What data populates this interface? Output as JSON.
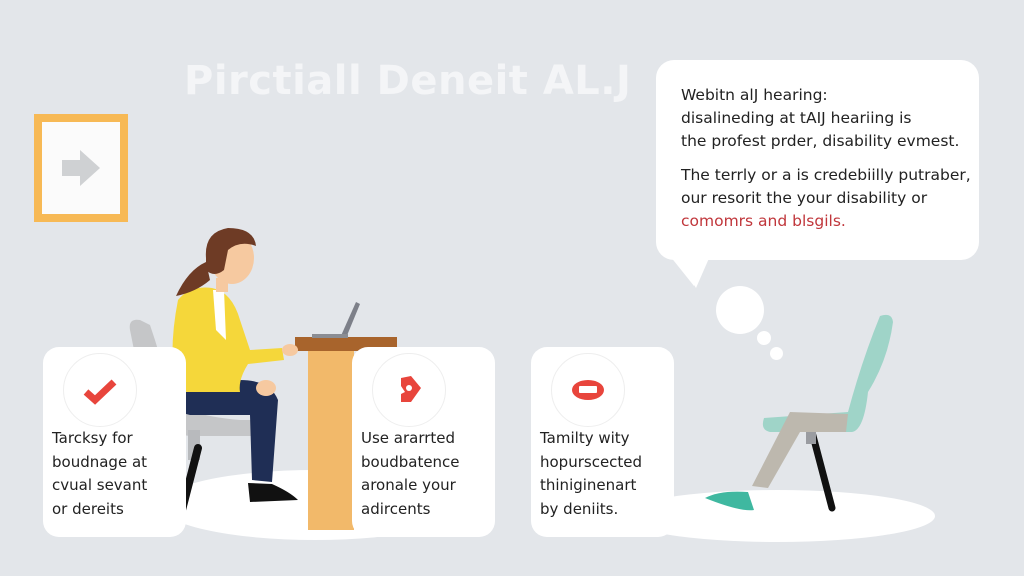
{
  "title": "Pirctiall Deneit AL.J",
  "arrow_box": {
    "icon": "arrow-right-icon",
    "border_color": "#f7b955"
  },
  "speech_bubble": {
    "paragraph1": [
      "Webitn alJ hearing:",
      "disalineding at tAIJ heariing is",
      "the profest prder, disability evmest."
    ],
    "paragraph2": [
      "The terrly or a is credebiilly putraber,",
      "our resorit the your disability or"
    ],
    "paragraph2_highlight": "comomrs and blsgils.",
    "highlight_color": "#c0363b"
  },
  "cards": [
    {
      "icon": "checkmark-icon",
      "lines": [
        "Tarcksy for",
        "boudnage at",
        "cvual sevant",
        "or dereits"
      ]
    },
    {
      "icon": "tag-icon",
      "lines": [
        "Use ararrted",
        "boudbatence",
        "aronale your",
        "adircents"
      ]
    },
    {
      "icon": "speech-icon",
      "lines": [
        "Tamilty wity",
        "hopurscected",
        "thiniginenart",
        "by deniits."
      ]
    }
  ],
  "colors": {
    "background": "#e3e6ea",
    "accent_red": "#e8453c",
    "accent_orange": "#f7b955",
    "jacket_yellow": "#f5d73a",
    "pants_navy": "#1f2e55",
    "chair_teal": "#9fd4c8"
  }
}
